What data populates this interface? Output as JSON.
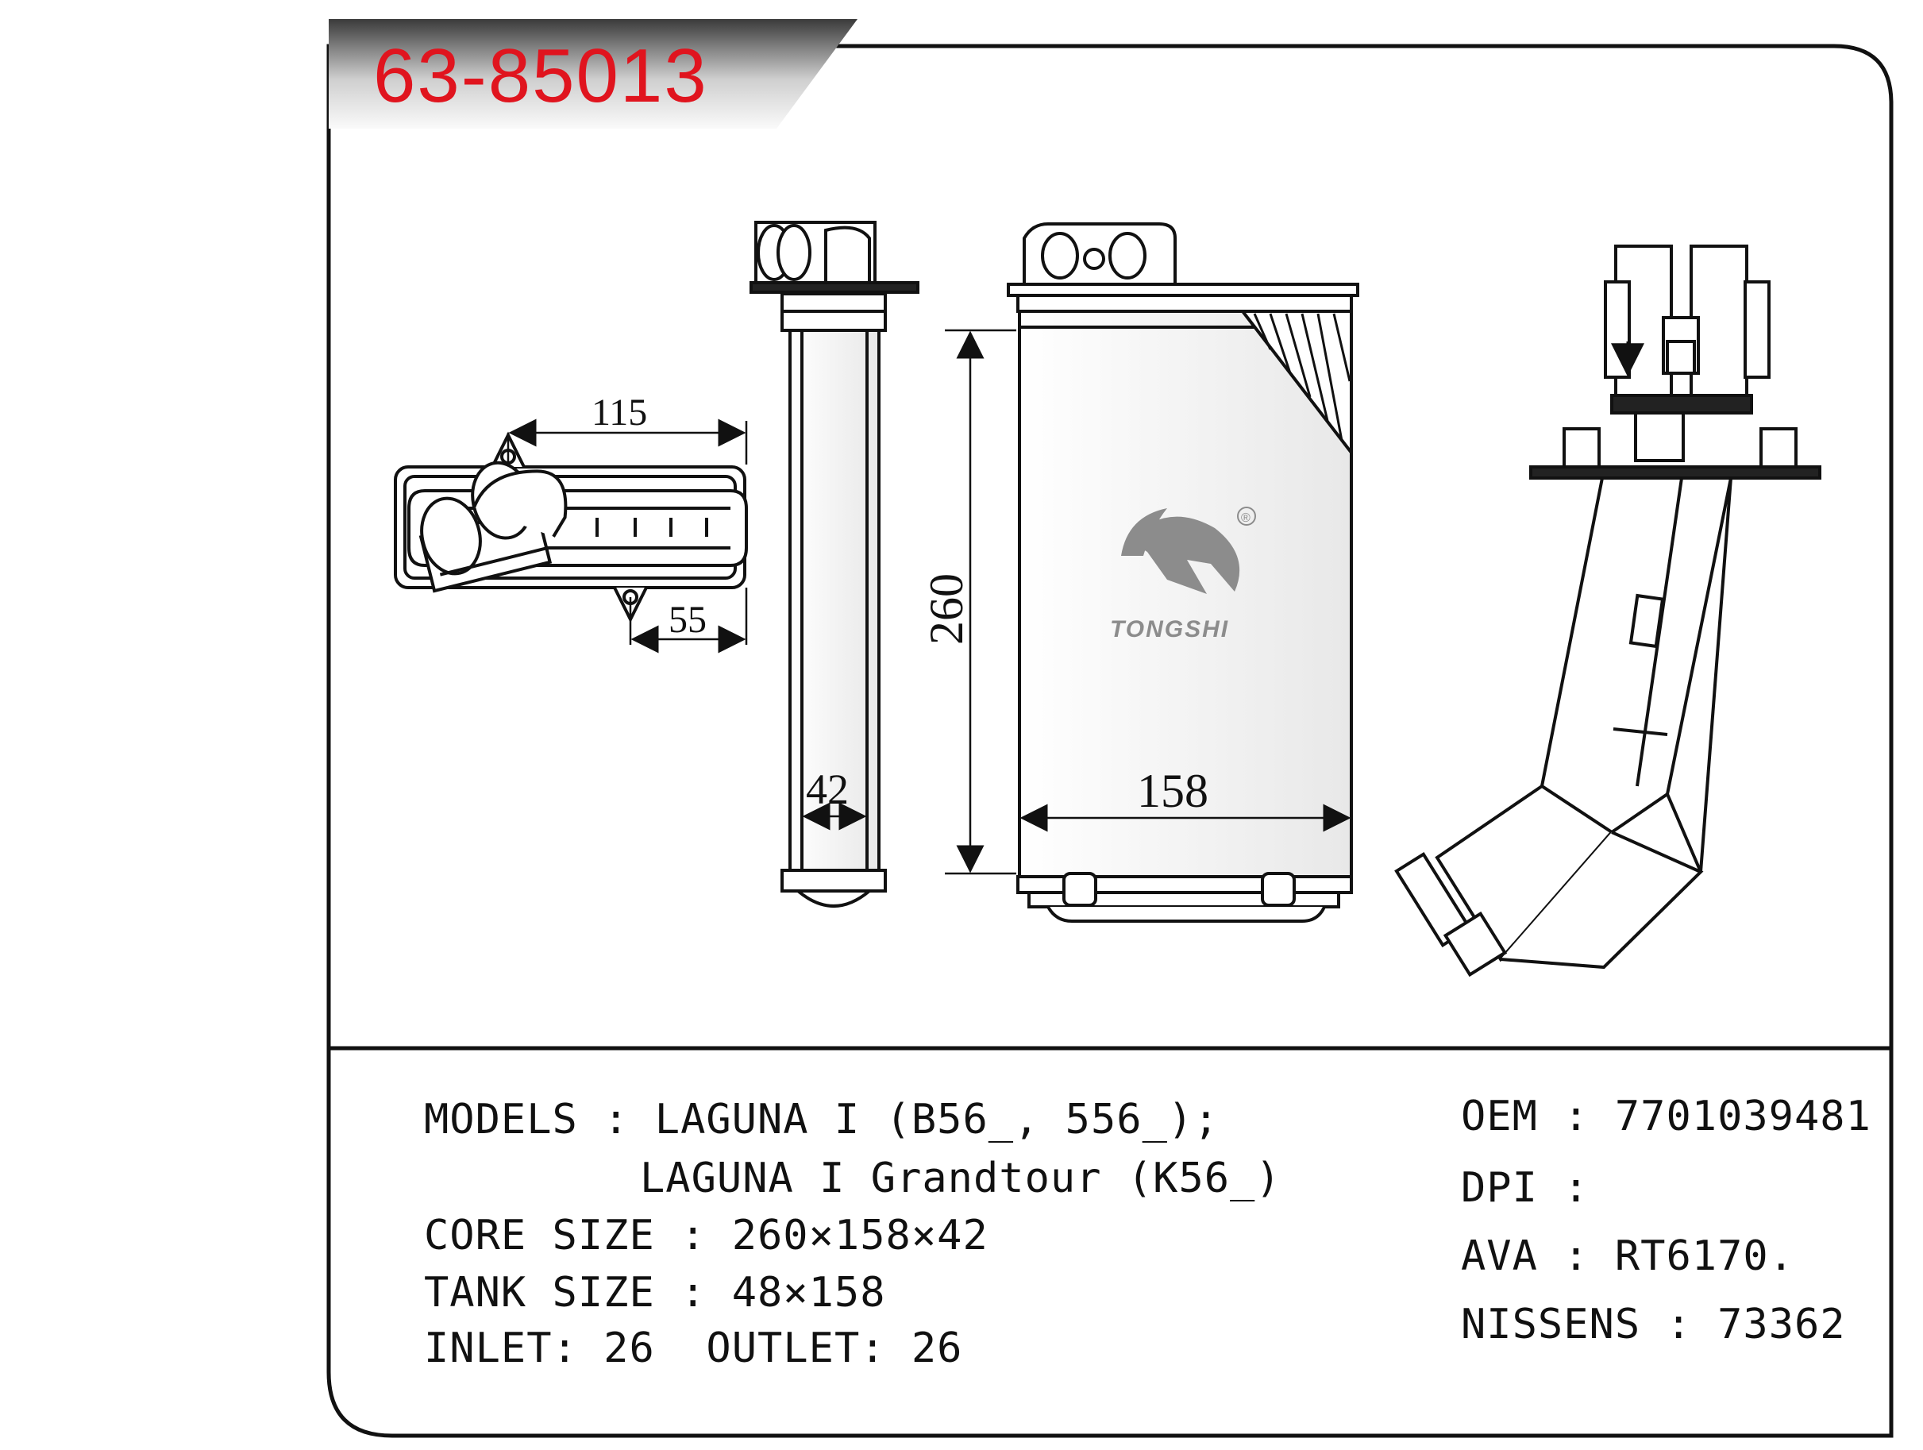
{
  "header": {
    "part_number": "63-85013"
  },
  "dimensions": {
    "d115": "115",
    "d55": "55",
    "d42": "42",
    "d260": "260",
    "d158": "158"
  },
  "logo": {
    "brand": "TONGSHI",
    "registered": "®"
  },
  "specs": {
    "models_label": "MODELS",
    "models_line1": "LAGUNA I (B56_, 556_);",
    "models_line2": "LAGUNA I Grandtour (K56_)",
    "core_label": "CORE SIZE",
    "core_value": "260×158×42",
    "tank_label": "TANK SIZE",
    "tank_value": "48×158",
    "inlet_label": "INLET:",
    "inlet_value": "26",
    "outlet_label": "OUTLET:",
    "outlet_value": "26"
  },
  "references": {
    "oem_label": "OEM",
    "oem_value": "7701039481",
    "dpi_label": "DPI",
    "dpi_value": "",
    "ava_label": "AVA",
    "ava_value": "RT6170.",
    "nissens_label": "NISSENS",
    "nissens_value": "73362"
  },
  "colors": {
    "part_number": "#e0141e",
    "banner_dark": "#3a3a3a",
    "banner_light": "#f4f4f4",
    "line": "#111111",
    "logo_grey": "#8c8c8c"
  }
}
